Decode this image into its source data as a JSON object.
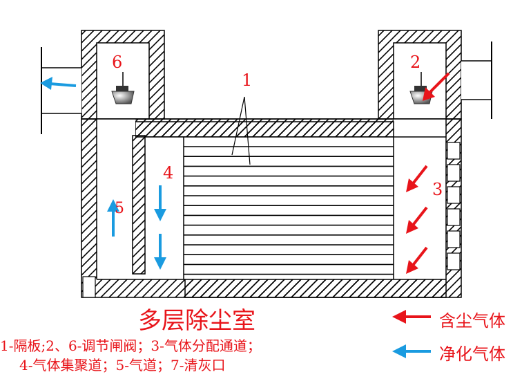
{
  "diagram": {
    "title": "多层除尘室",
    "labels": {
      "n1": "1",
      "n2": "2",
      "n3": "3",
      "n4": "4",
      "n5": "5",
      "n6": "6"
    },
    "caption": {
      "line1": "1-隔板;2、6-调节闸阀；3-气体分配通道；",
      "line2": "4-气体集聚道；5-气道；7-清灰口"
    },
    "legend": {
      "dusty_gas": "含尘气体",
      "clean_gas": "净化气体"
    },
    "colors": {
      "dusty_arrow": "#e8141a",
      "clean_arrow": "#1a9be0",
      "label_text": "#e8141a",
      "structure": "#000000"
    }
  }
}
